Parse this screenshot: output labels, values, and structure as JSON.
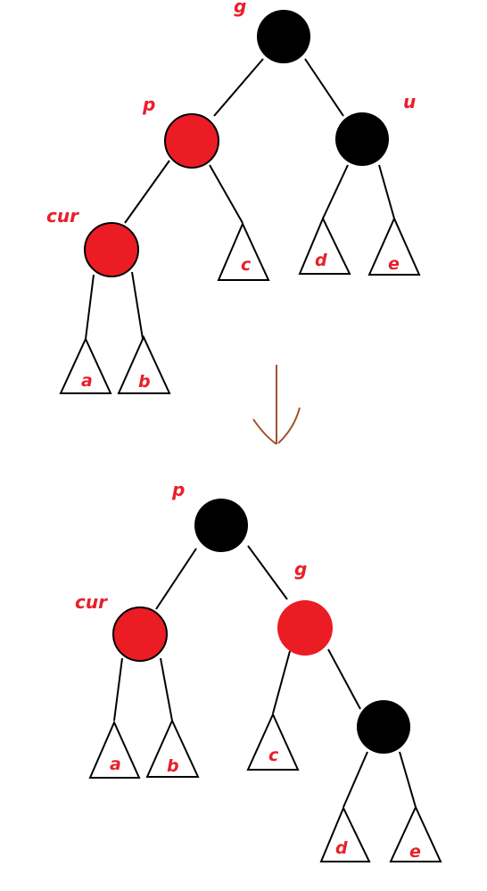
{
  "colors": {
    "red": "#ec1c24",
    "black": "#000000",
    "label": "#e8202a",
    "arrow": "#a0522d"
  },
  "before": {
    "nodes": [
      {
        "id": "g",
        "label": "g",
        "color": "black"
      },
      {
        "id": "p",
        "label": "p",
        "color": "red"
      },
      {
        "id": "u",
        "label": "u",
        "color": "black"
      },
      {
        "id": "cur",
        "label": "cur",
        "color": "red"
      }
    ],
    "subtrees": [
      "a",
      "b",
      "c",
      "d",
      "e"
    ]
  },
  "after": {
    "nodes": [
      {
        "id": "p",
        "label": "p",
        "color": "black"
      },
      {
        "id": "cur",
        "label": "cur",
        "color": "red"
      },
      {
        "id": "g",
        "label": "g",
        "color": "red"
      },
      {
        "id": "u",
        "label": "",
        "color": "black"
      }
    ],
    "subtrees": [
      "a",
      "b",
      "c",
      "d",
      "e"
    ]
  }
}
